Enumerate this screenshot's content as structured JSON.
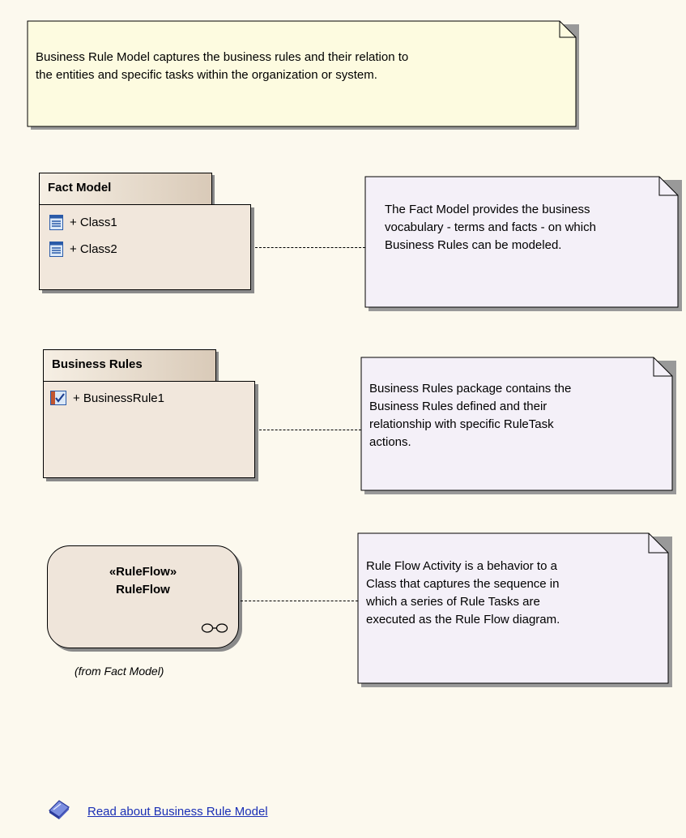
{
  "diagram": {
    "intro_note": {
      "text": "Business Rule Model captures the business rules and their relation to\nthe entities and specific tasks within the organization or system."
    },
    "fact_model": {
      "title": "Fact Model",
      "items": [
        {
          "label": "+ Class1",
          "icon": "class-icon"
        },
        {
          "label": "+ Class2",
          "icon": "class-icon"
        }
      ],
      "note": "The Fact Model provides the business\nvocabulary - terms and facts - on which\nBusiness Rules can be modeled."
    },
    "business_rules": {
      "title": "Business Rules",
      "items": [
        {
          "label": "+ BusinessRule1",
          "icon": "business-rule-icon"
        }
      ],
      "note": "Business Rules package contains the\nBusiness Rules defined and their\nrelationship with specific RuleTask\nactions."
    },
    "rule_flow": {
      "stereotype": "«RuleFlow»",
      "name": "RuleFlow",
      "from": "(from Fact Model)",
      "note": "Rule Flow Activity is a behavior to a\nClass that captures the sequence in\nwhich a series of Rule Tasks are\nexecuted as the Rule Flow diagram."
    },
    "footer_link": {
      "label": "Read about Business Rule Model",
      "icon": "book-icon"
    }
  },
  "colors": {
    "background": "#fcf9ee",
    "intro_note_fill": "#fdfbe0",
    "side_note_fill": "#f4f0f8",
    "package_fill": "#f1e7dc",
    "link": "#1a2fb5"
  }
}
